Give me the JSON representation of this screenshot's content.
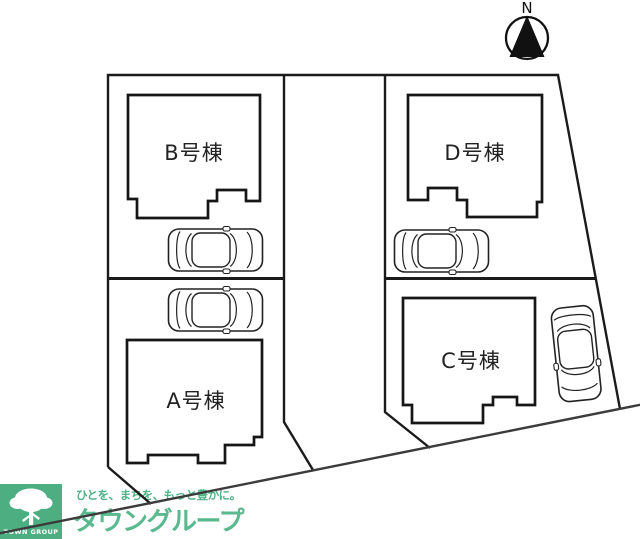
{
  "compass": {
    "label": "N"
  },
  "plan": {
    "buildings": [
      {
        "id": "a",
        "label": "A号棟"
      },
      {
        "id": "b",
        "label": "B号棟"
      },
      {
        "id": "c",
        "label": "C号棟"
      },
      {
        "id": "d",
        "label": "D号棟"
      }
    ],
    "car_count": 4
  },
  "branding": {
    "logo_text": "TOWN GROUP",
    "tagline": "ひとを、まちを、もっと豊かに。",
    "company": "タウングループ"
  },
  "colors": {
    "plan_line": "#1b1b1b",
    "road_line": "#3b3b3b",
    "logo_green": "#4dae81",
    "logo_text_green": "#5ab98e",
    "background": "#ffffff"
  }
}
